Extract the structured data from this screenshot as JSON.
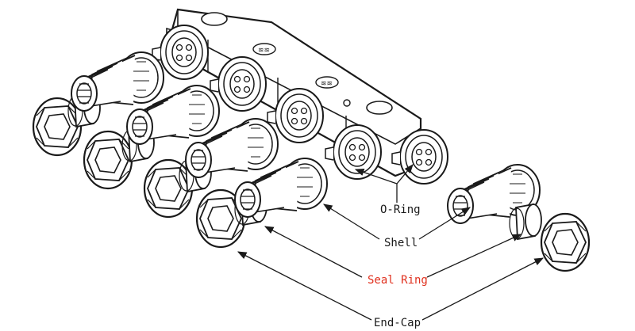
{
  "labels": {
    "o_ring": "O-Ring",
    "shell": "Shell",
    "seal_ring": "Seal Ring",
    "end_cap": "End-Cap"
  },
  "colors": {
    "line": "#1a1a1a",
    "seal_ring_label": "#e0301e",
    "label": "#1a1a1a"
  },
  "icons": {
    "manifold": "distribution-block-icon",
    "socket": "panel-socket-icon",
    "shell": "threaded-shell-icon",
    "seal": "seal-ring-icon",
    "cap": "hex-end-cap-icon"
  }
}
